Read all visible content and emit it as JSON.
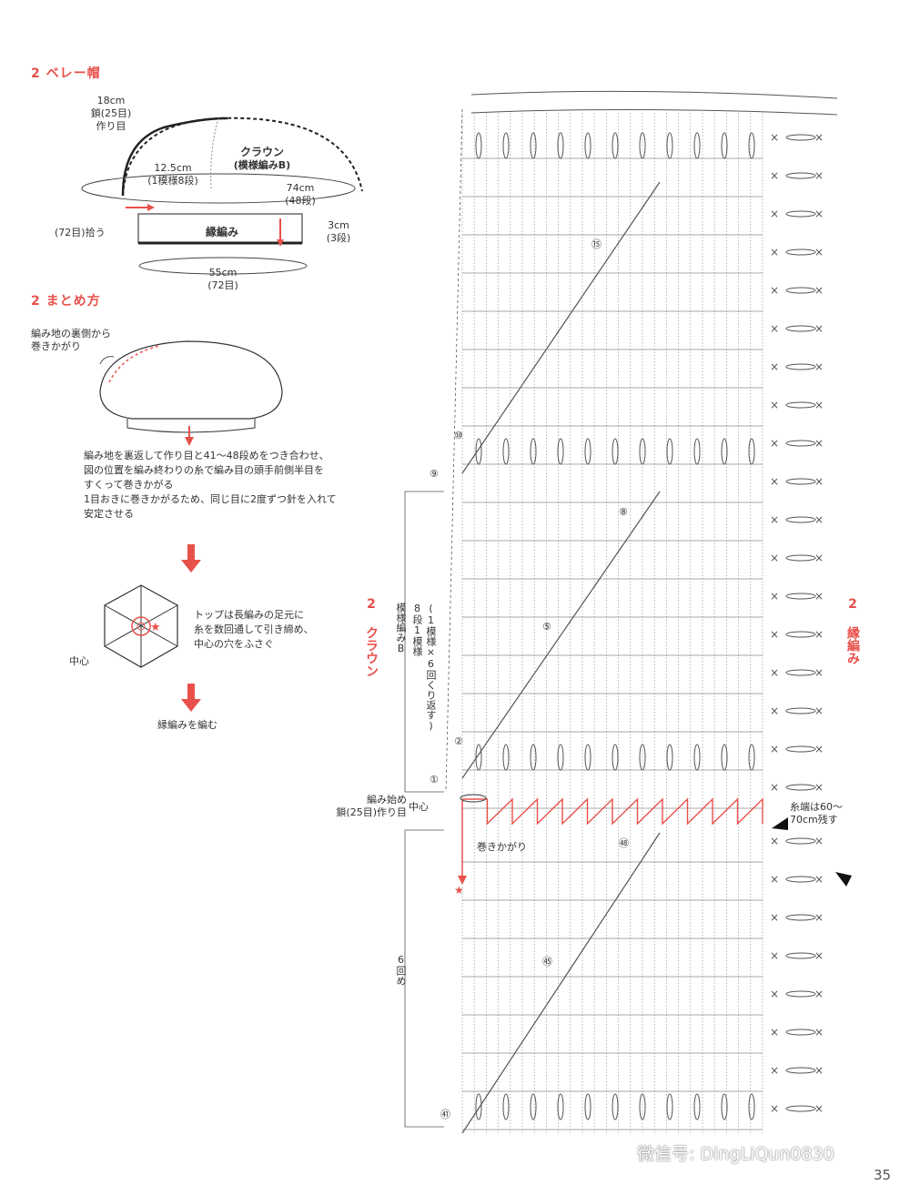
{
  "beret": {
    "title": "2 ベレー帽",
    "chain_cm": "18cm",
    "chain_count": "鎖(25目)",
    "chain_start": "作り目",
    "pattern_cm": "12.5cm",
    "pattern_rows": "(1模様8段)",
    "crown_label": "クラウン",
    "crown_sub": "(模様編みB)",
    "circ_cm": "74cm",
    "circ_rows": "(48段)",
    "pickup": "(72目)拾う",
    "edge_label": "縁編み",
    "edge_cm": "3cm",
    "edge_rows": "(3段)",
    "bottom_cm": "55cm",
    "bottom_sts": "(72目)"
  },
  "finishing": {
    "title": "2 まとめ方",
    "whip_note_1": "編み地の裏側から",
    "whip_note_2": "巻きかがり",
    "steps": [
      "編み地を裏返して作り目と41～48段めをつき合わせ、",
      "図の位置を編み終わりの糸で編み目の頭手前側半目を",
      "すくって巻きかがる",
      "1目おきに巻きかがるため、同じ目に2度ずつ針を入れて",
      "安定させる"
    ],
    "top_note": [
      "トップは長編みの足元に",
      "糸を数回通して引き締め、",
      "中心の穴をふさぐ"
    ],
    "center_label": "中心",
    "edging_step": "縁編みを編む"
  },
  "chart": {
    "crown_title": "2 クラウン",
    "crown_sub": "模様編みB",
    "crown_rows": "8段1模様",
    "crown_repeat": "(1模様×6回くり返す)",
    "edge_title": "2 縁編み",
    "start_1": "編み始め",
    "start_2": "鎖(25目)作り目",
    "center": "中心",
    "whip": "巻きかがり",
    "tail_1": "糸端は60～",
    "tail_2": "70cm残す",
    "repeat_6": "6回め",
    "row_markers": [
      "⑮",
      "⑩",
      "⑨",
      "⑧",
      "⑤",
      "②",
      "①",
      "㊽",
      "㊺",
      "㊶"
    ],
    "accent_color": "#e8504a",
    "ink_color": "#555555"
  },
  "footer": {
    "watermark": "微信号: DingLiQun0830",
    "page_number": "35"
  }
}
